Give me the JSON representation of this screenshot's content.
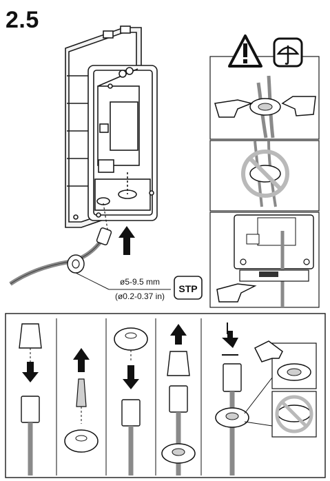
{
  "step_number": "2.5",
  "cable": {
    "diameter_mm": "ø5-9.5 mm",
    "diameter_in": "(ø0.2-0.37 in)",
    "type_label": "STP"
  },
  "colors": {
    "line": "#1a1a1a",
    "cable_gray": "#8a8a8a",
    "panel_gray": "#cfcfcf",
    "warning_red": "#b9b9b9"
  },
  "icons": [
    "warning-icon",
    "umbrella-icon",
    "hand-icon",
    "no-entry-icon",
    "arrow-up-icon",
    "arrow-down-icon"
  ]
}
